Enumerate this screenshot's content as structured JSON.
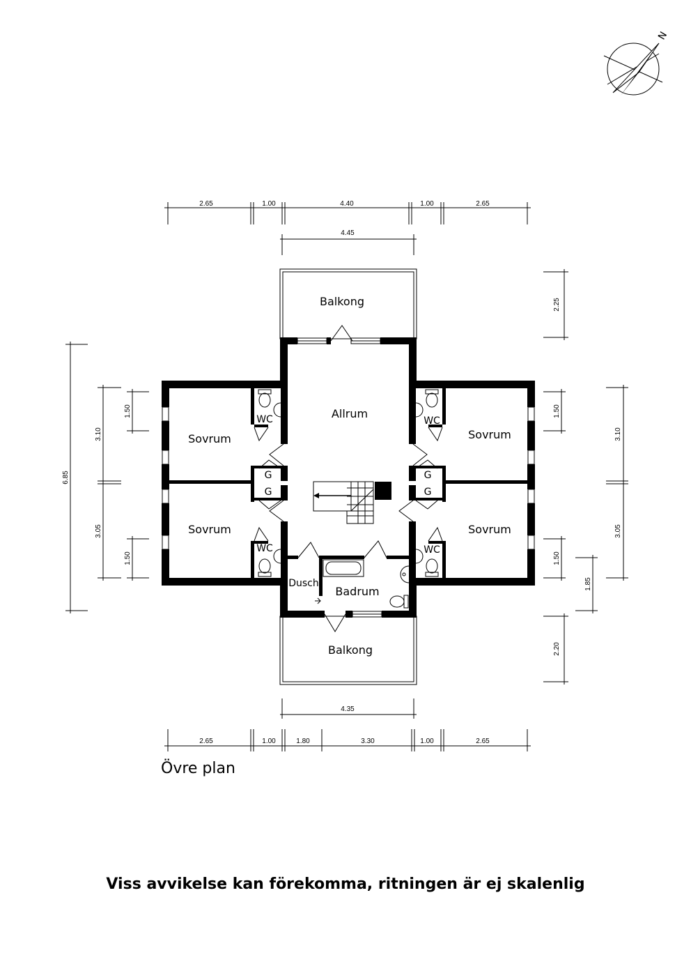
{
  "compass": {
    "label": "N",
    "icon": "north-arrow-icon"
  },
  "rooms": {
    "balkong_top": "Balkong",
    "allrum": "Allrum",
    "sovrum_tl": "Sovrum",
    "sovrum_bl": "Sovrum",
    "sovrum_tr": "Sovrum",
    "sovrum_br": "Sovrum",
    "wc_tl": "WC",
    "wc_bl": "WC",
    "wc_tr": "WC",
    "wc_br": "WC",
    "g_tl": "G",
    "g_bl": "G",
    "g_tr": "G",
    "g_br": "G",
    "dusch": "Dusch",
    "badrum": "Badrum",
    "balkong_bottom": "Balkong"
  },
  "dimensions": {
    "top_row": [
      "2.65",
      "1.00",
      "4.40",
      "1.00",
      "2.65"
    ],
    "top_second": "4.45",
    "bottom_row": [
      "2.65",
      "1.00",
      "1.80",
      "3.30",
      "1.00",
      "2.65"
    ],
    "bottom_second": "4.35",
    "left_total": "6.85",
    "left_upper": "3.10",
    "left_lower": "3.05",
    "left_window_upper": "1.50",
    "left_window_lower": "1.50",
    "right_balcony_top": "2.25",
    "right_window_upper": "1.50",
    "right_upper": "3.10",
    "right_lower": "3.05",
    "right_window_lower": "1.50",
    "right_badrum": "1.85",
    "right_balcony_bottom": "2.20"
  },
  "plan_title": "Övre plan",
  "disclaimer": "Viss avvikelse kan förekomma, ritningen är ej skalenlig"
}
